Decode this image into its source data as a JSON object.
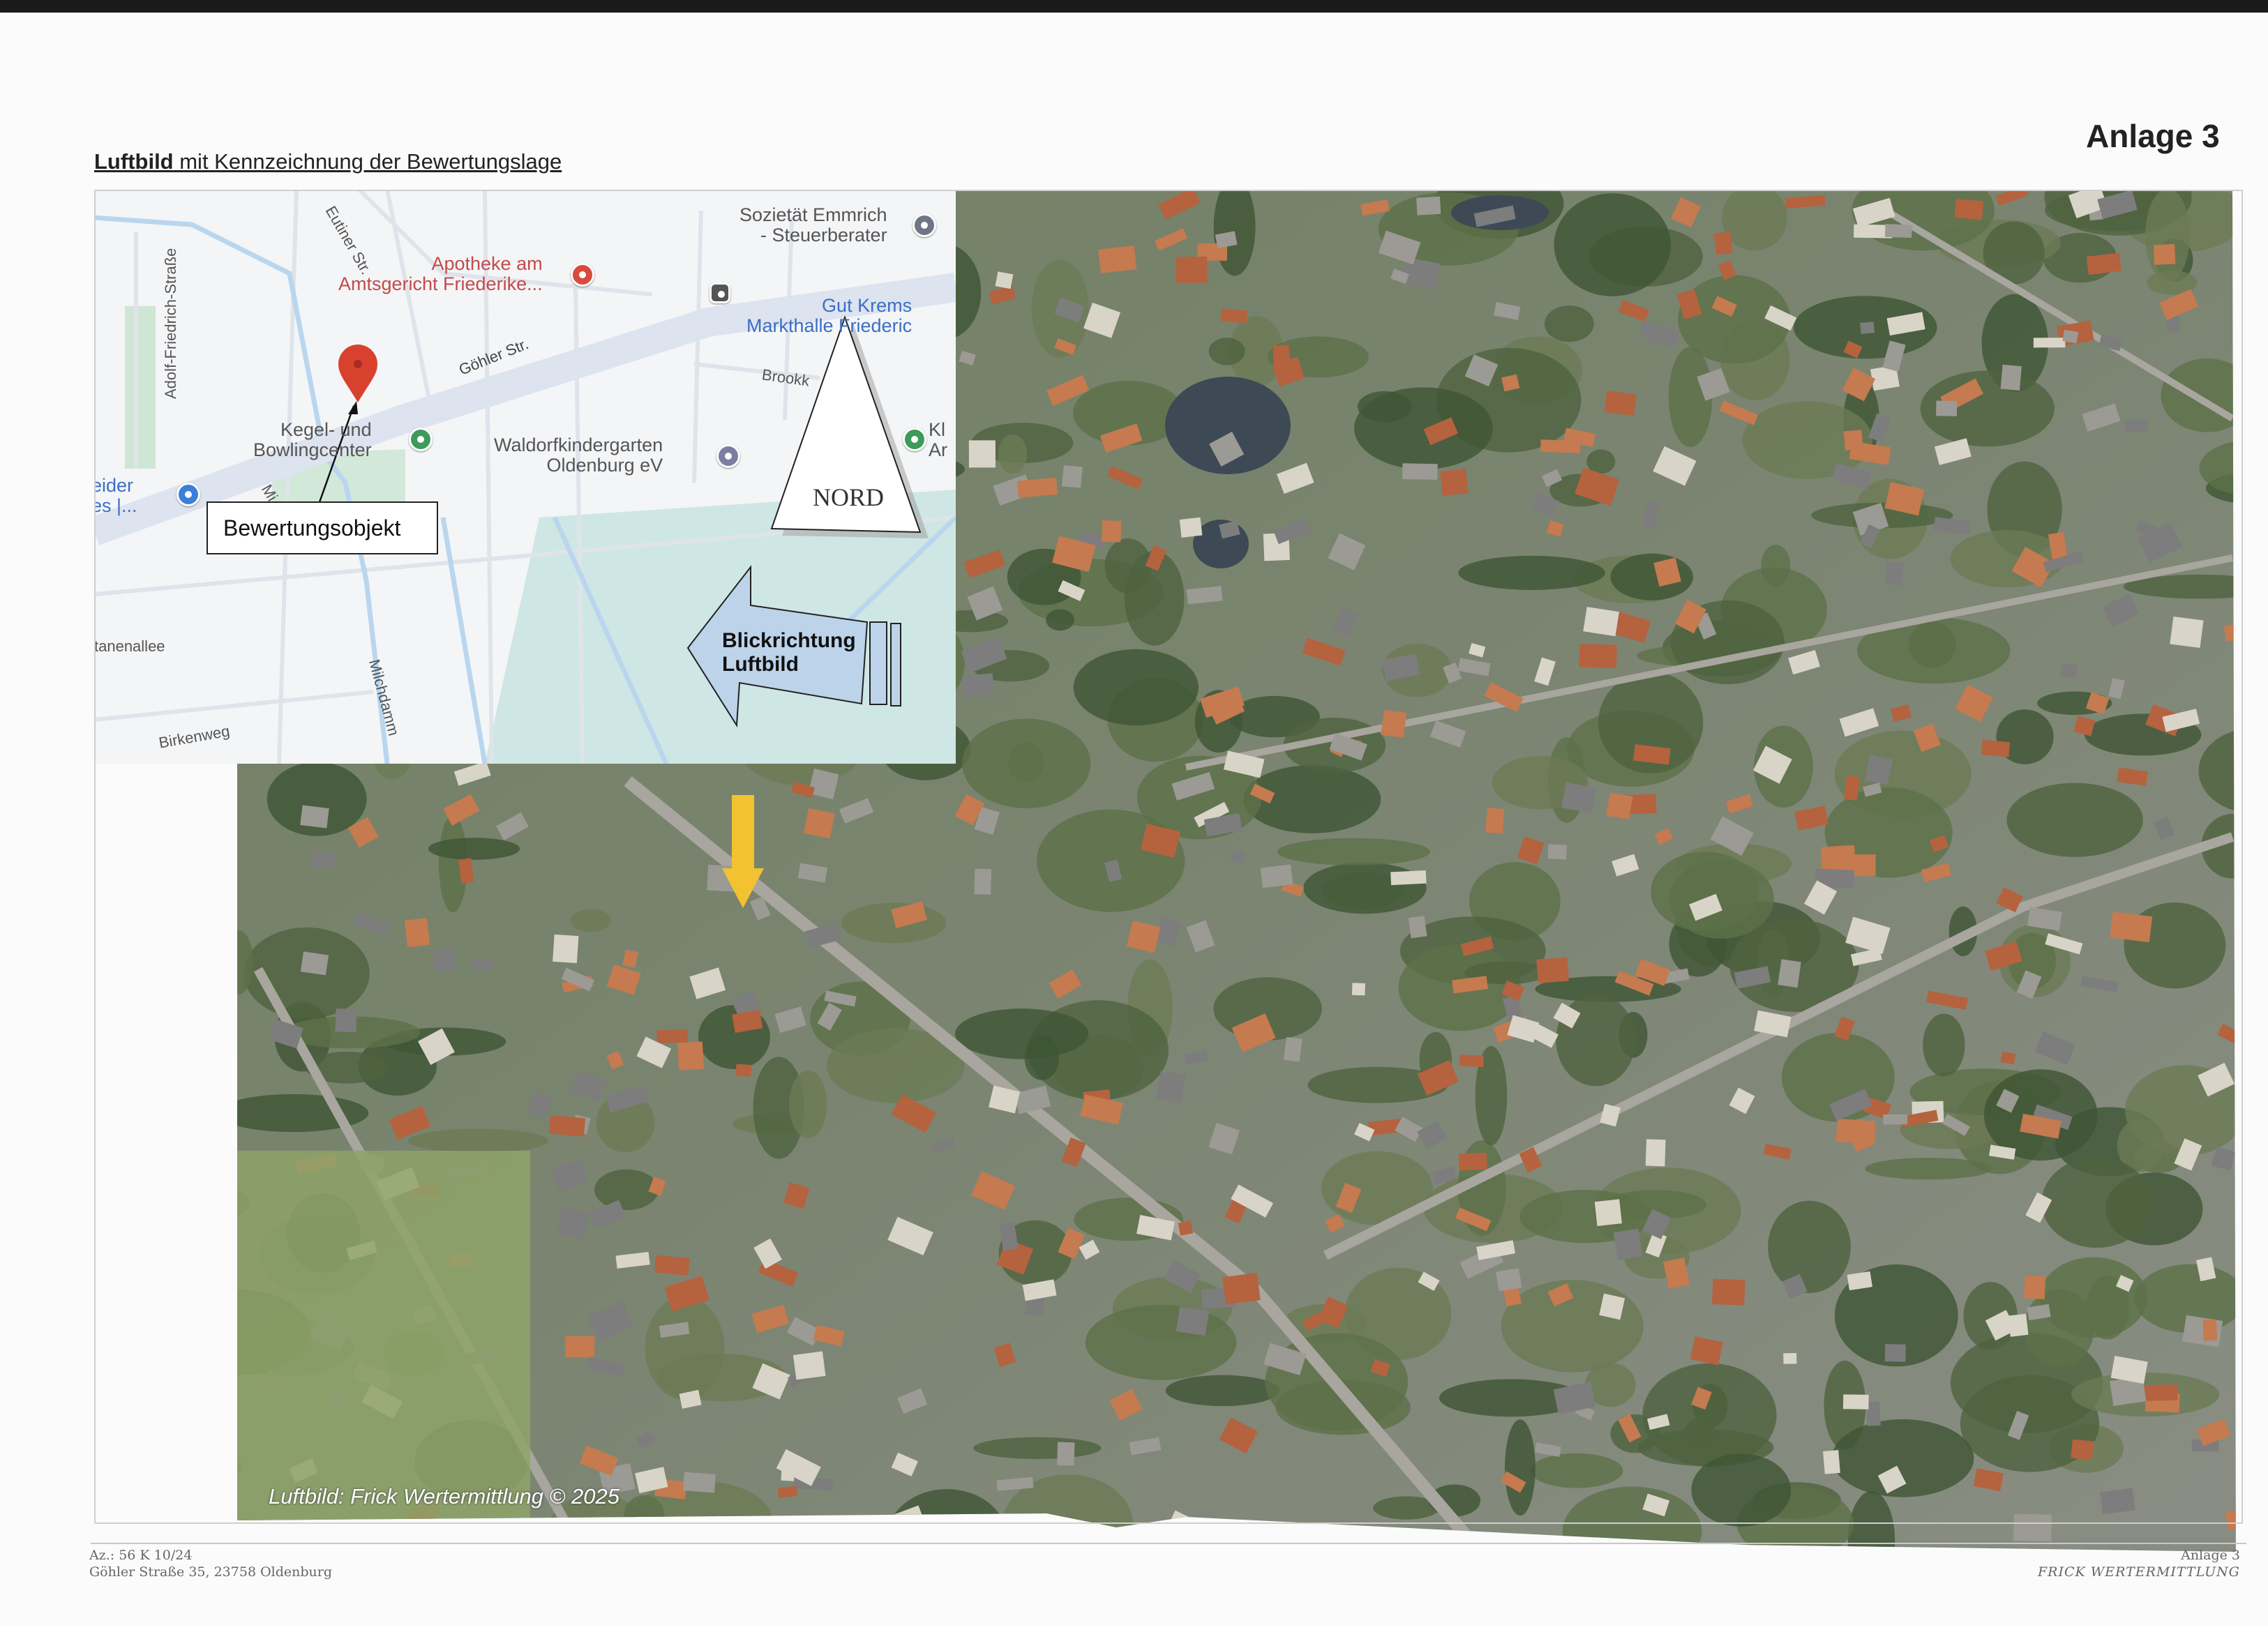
{
  "header": {
    "attachment_label": "Anlage 3",
    "heading_bold": "Luftbild",
    "heading_rest": " mit Kennzeichnung der Bewertungslage"
  },
  "map": {
    "streets": [
      "Adolf-Friedrich-Straße",
      "Eutiner Str.",
      "Göhler Str.",
      "Brookk",
      "Mi",
      "tanenallee",
      "Milchdamm",
      "Birkenweg"
    ],
    "pois": [
      {
        "label": "Sozietät Emmrich\n- Steuerberater",
        "color": "#6f7585"
      },
      {
        "label": "Apotheke am\nAmtsgericht Friederike...",
        "color": "#d94a3e"
      },
      {
        "label": "Gut Krems\nMarkthalle Friederic",
        "color": "#3b6fc4"
      },
      {
        "label": "Kegel- und\nBowlingcenter",
        "color": "#3d9a5a"
      },
      {
        "label": "Waldorfkindergarten\nOldenburg eV",
        "color": "#7a7fa0"
      },
      {
        "label": "Kl\nAr",
        "color": "#3d9a5a"
      },
      {
        "label": "eider\nes |...",
        "color": "#3b7fd9"
      }
    ],
    "subject_label": "Bewertungsobjekt",
    "north_label": "NORD",
    "view_direction_label": "Blickrichtung\nLuftbild",
    "pin_color": "#d9412f",
    "view_arrow_color": "#bcd3ea"
  },
  "aerial": {
    "caption": "Luftbild: Frick Wertermittlung © 2025",
    "marker_color": "#f2c230"
  },
  "footer": {
    "case_number": "Az.: 56 K 10/24",
    "address": "Göhler Straße 35, 23758 Oldenburg",
    "attachment": "Anlage 3",
    "company": "FRICK WERTERMITTLUNG"
  }
}
